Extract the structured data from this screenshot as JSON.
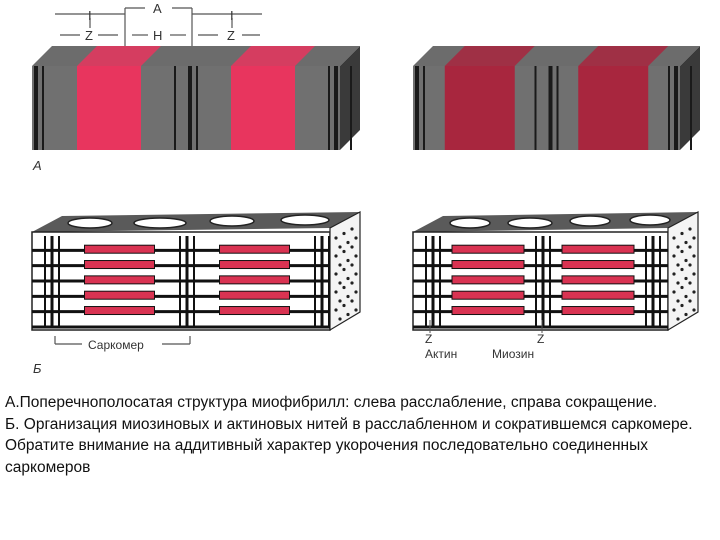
{
  "colors": {
    "grey_band": "#707070",
    "grey_top": "#6c6c6c",
    "grey_side": "#3a3a3a",
    "dark_line": "#1a1a1a",
    "pink": "#e8355e",
    "dark_pink": "#a8263e",
    "myosin_fill": "#d93352",
    "panel_bg": "#ffffff"
  },
  "panel_a": {
    "bracket_labels": {
      "i_left": "I",
      "z_left": "Z",
      "a_band": "A",
      "h_zone": "H",
      "i_right": "I",
      "z_right": "Z"
    },
    "letter": "А"
  },
  "panel_b": {
    "sarcomere_label": "Саркомер",
    "z_label_1": "Z",
    "z_label_2": "Z",
    "actin_label": "Актин",
    "myosin_label": "Миозин",
    "letter": "Б"
  },
  "caption": {
    "line1": "А.Поперечнополосатая структура миофибрилл: слева расслабление, справа сокращение.",
    "line2": "Б. Организация миозиновых и актиновых нитей в расслабленном и сократившемся саркомере. Обратите внимание на аддитивный характер укорочения последовательно соединенных саркомеров"
  }
}
